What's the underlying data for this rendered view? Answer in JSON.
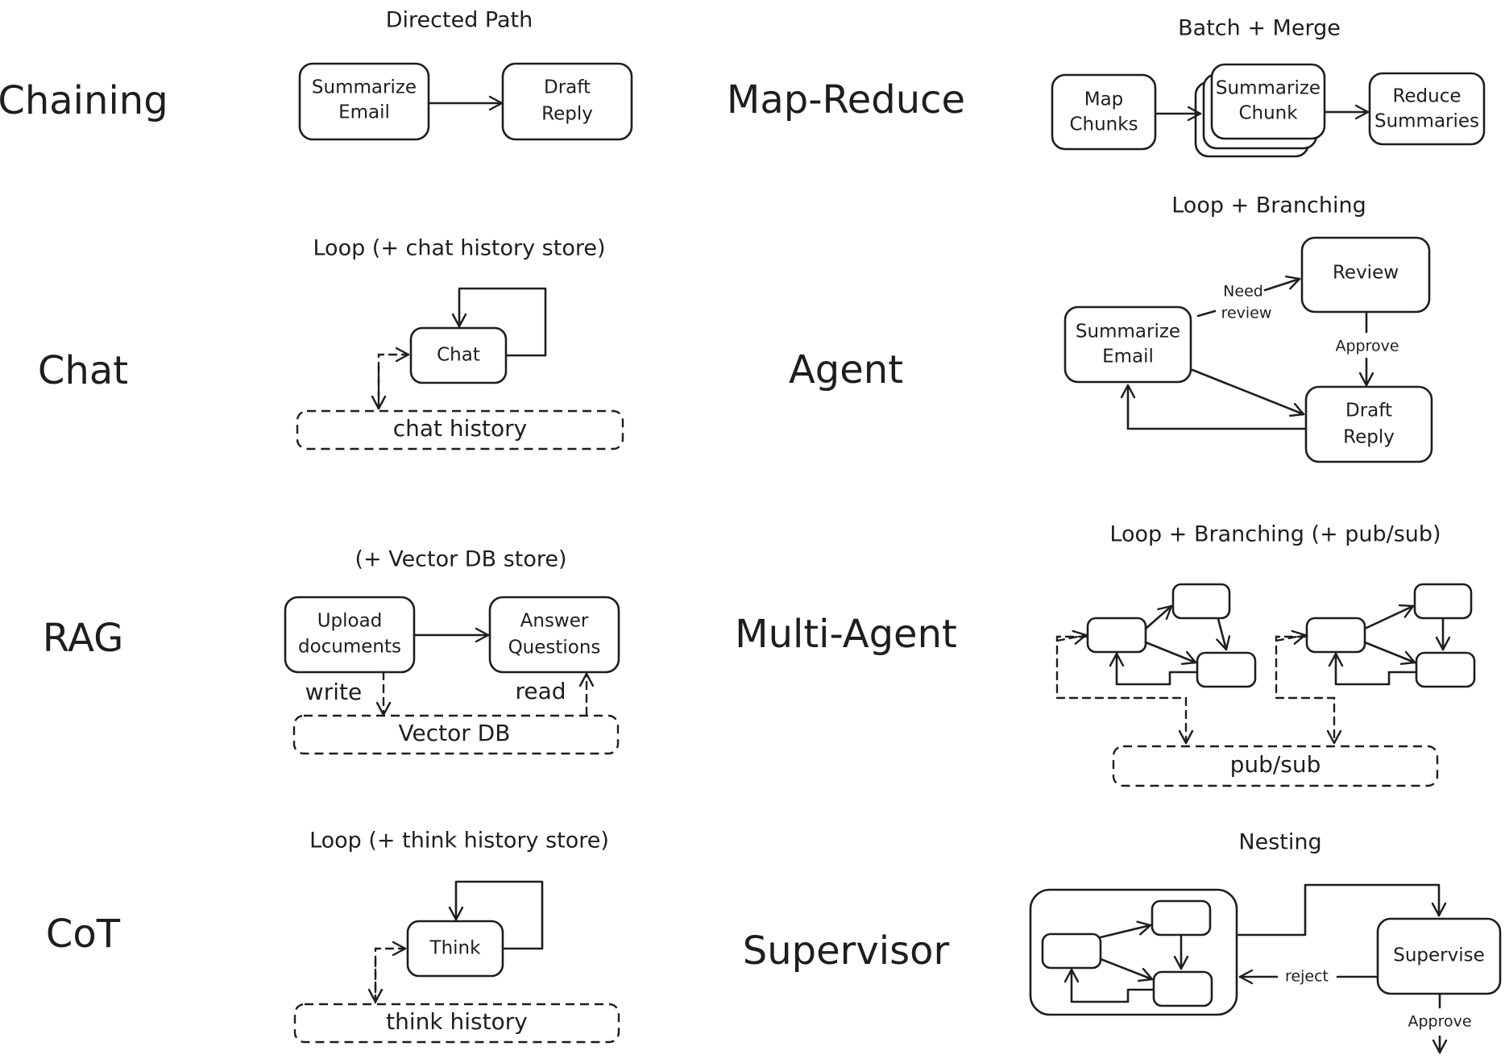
{
  "chaining": {
    "name": "Chaining",
    "caption": "Directed Path",
    "node_a": [
      "Summarize",
      "Email"
    ],
    "node_b": [
      "Draft",
      "Reply"
    ]
  },
  "chat": {
    "name": "Chat",
    "caption": "Loop (+ chat history store)",
    "node": "Chat",
    "store": "chat history"
  },
  "rag": {
    "name": "RAG",
    "caption": "(+ Vector DB store)",
    "node_a": [
      "Upload",
      "documents"
    ],
    "node_b": [
      "Answer",
      "Questions"
    ],
    "write_label": "write",
    "read_label": "read",
    "store": "Vector DB"
  },
  "cot": {
    "name": "CoT",
    "caption": "Loop (+ think history store)",
    "node": "Think",
    "store": "think history"
  },
  "mapreduce": {
    "name": "Map-Reduce",
    "caption": "Batch + Merge",
    "node_a": [
      "Map",
      "Chunks"
    ],
    "node_b": [
      "Summarize",
      "Chunk"
    ],
    "node_c": [
      "Reduce",
      "Summaries"
    ]
  },
  "agent": {
    "name": "Agent",
    "caption": "Loop + Branching",
    "node_summarize": [
      "Summarize",
      "Email"
    ],
    "node_review": "Review",
    "node_draft": [
      "Draft",
      "Reply"
    ],
    "need_review_label": [
      "Need",
      "review"
    ],
    "approve_label": "Approve"
  },
  "multiagent": {
    "name": "Multi-Agent",
    "caption": "Loop + Branching (+ pub/sub)",
    "store": "pub/sub"
  },
  "supervisor": {
    "name": "Supervisor",
    "caption": "Nesting",
    "node": "Supervise",
    "reject_label": "reject",
    "approve_label": "Approve"
  }
}
